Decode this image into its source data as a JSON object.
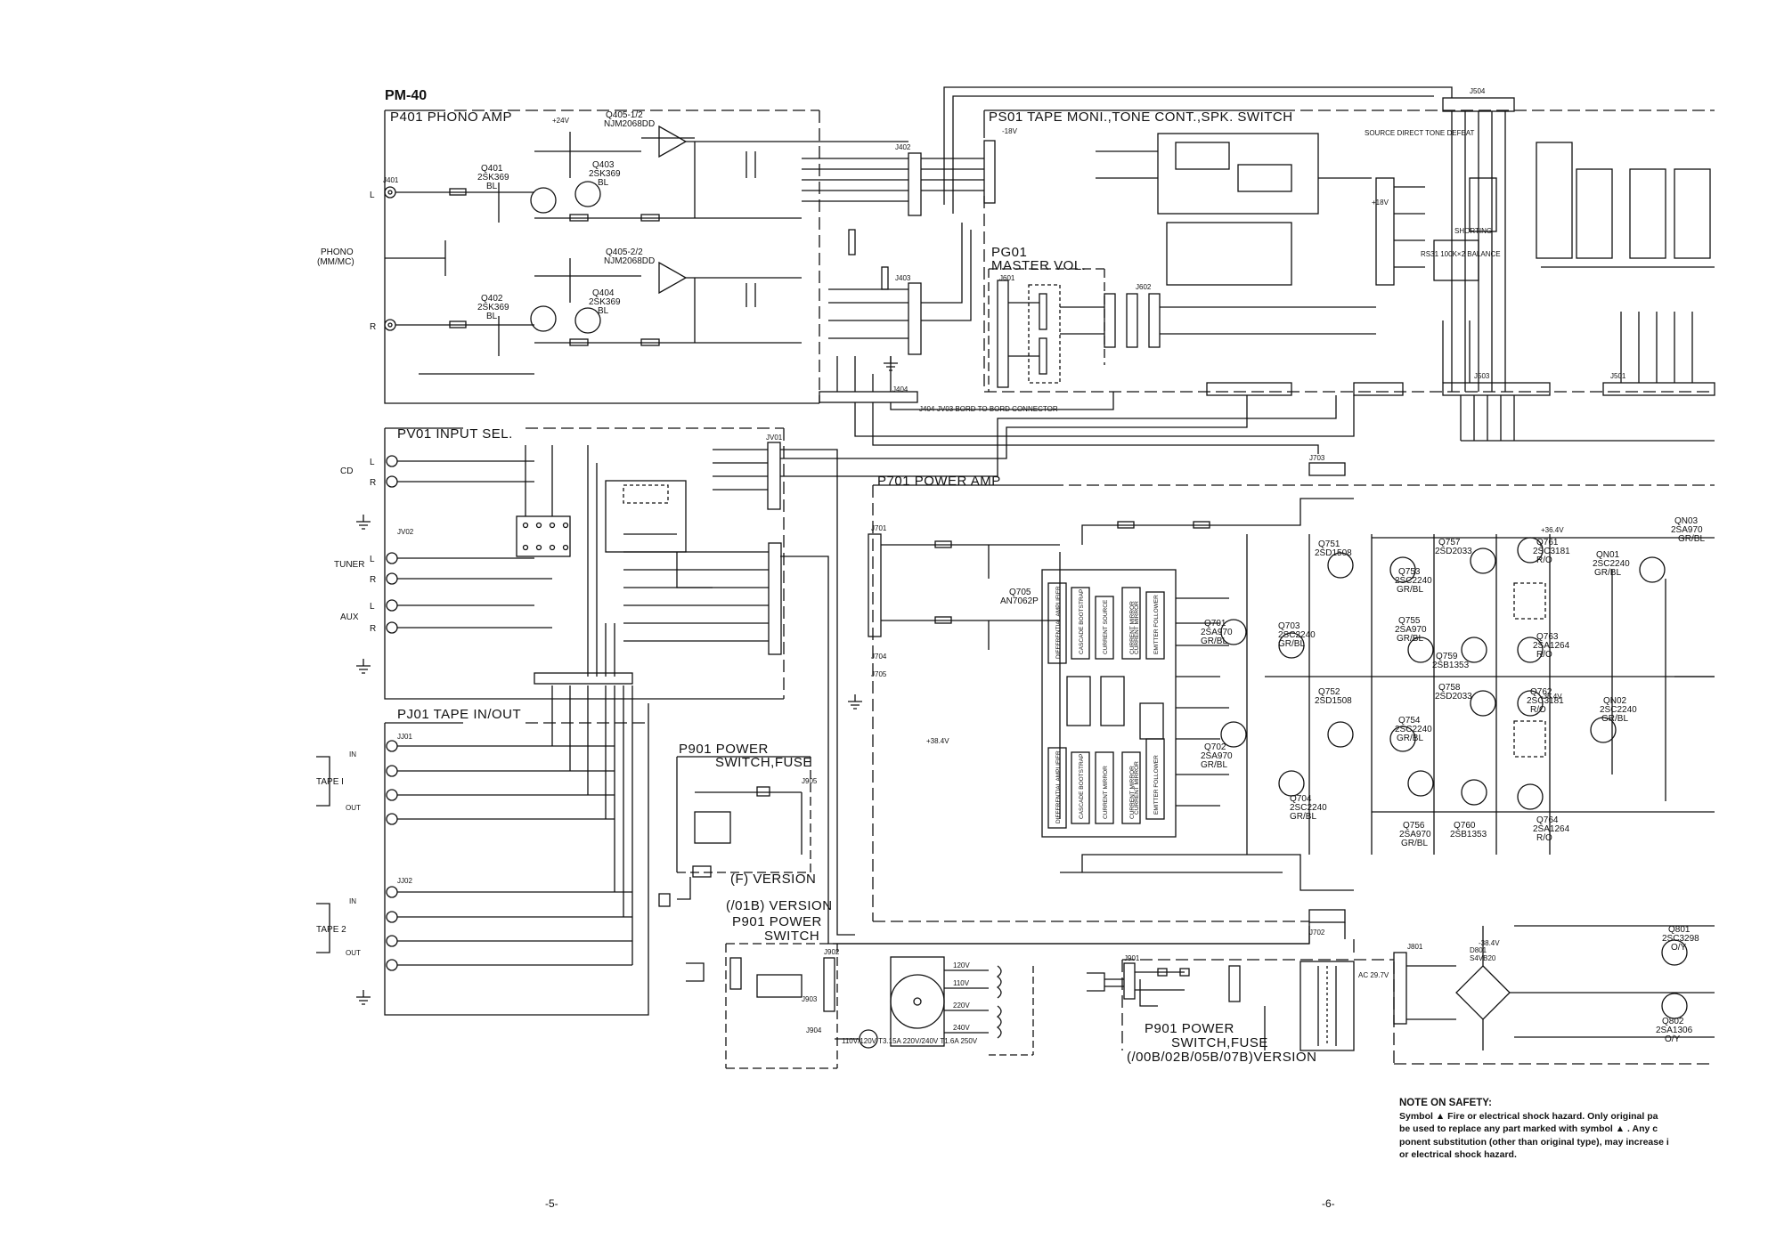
{
  "model": "PM-40",
  "blocks": {
    "phono_amp": "P401  PHONO AMP",
    "input_sel": "PV01  INPUT SEL.",
    "tape_inout": "PJ01  TAPE IN/OUT",
    "tape_moni": "PS01  TAPE MONI.,TONE CONT.,SPK. SWITCH",
    "master_vol_1": "PG01",
    "master_vol_2": "MASTER VOL.",
    "power_amp": "P701  POWER AMP",
    "psw_f_1": "P901  POWER",
    "psw_f_2": "SWITCH,FUSE",
    "psw_f_ver": "(F) VERSION",
    "psw_01b_ver": "(/01B) VERSION",
    "psw_01b_1": "P901  POWER",
    "psw_01b_2": "SWITCH",
    "psw_00b_1": "P901  POWER",
    "psw_00b_2": "SWITCH,FUSE",
    "psw_00b_ver": "(/00B/02B/05B/07B)VERSION"
  },
  "inputs": {
    "phono_1": "PHONO",
    "phono_2": "(MM/MC)",
    "cd": "CD",
    "tuner": "TUNER",
    "aux": "AUX",
    "tape1": "TAPE I",
    "tape2": "TAPE 2",
    "in": "IN",
    "out": "OUT",
    "left": "L",
    "right": "R"
  },
  "components": {
    "q401": "Q401",
    "q401_t": "2SK369",
    "q401_g": "BL",
    "q402": "Q402",
    "q402_t": "2SK369",
    "q402_g": "BL",
    "q403": "Q403",
    "q403_t": "2SK369",
    "q403_g": "BL",
    "q404": "Q404",
    "q404_t": "2SK369",
    "q404_g": "BL",
    "q405_1": "Q405-1/2",
    "q405_1t": "NJM2068DD",
    "q405_2": "Q405-2/2",
    "q405_2t": "NJM2068DD",
    "q705": "Q705",
    "q705_t": "AN7062P",
    "q701": "Q701",
    "q701_t": "2SA970",
    "q701_g": "GR/BL",
    "q702": "Q702",
    "q702_t": "2SA970",
    "q702_g": "GR/BL",
    "q703": "Q703",
    "q703_t": "2SC2240",
    "q703_g": "GR/BL",
    "q704": "Q704",
    "q704_t": "2SC2240",
    "q704_g": "GR/BL",
    "q751": "Q751",
    "q751_t": "2SD1508",
    "q752": "Q752",
    "q752_t": "2SD1508",
    "q753": "Q753",
    "q753_t": "2SC2240",
    "q753_g": "GR/BL",
    "q754": "Q754",
    "q754_t": "2SC2240",
    "q754_g": "GR/BL",
    "q755": "Q755",
    "q755_t": "2SA970",
    "q755_g": "GR/BL",
    "q756": "Q756",
    "q756_t": "2SA970",
    "q756_g": "GR/BL",
    "q757": "Q757",
    "q757_t": "2SD2033",
    "q758": "Q758",
    "q758_t": "2SD2033",
    "q759": "Q759",
    "q759_t": "2SB1353",
    "q760": "Q760",
    "q760_t": "2SB1353",
    "q761": "Q761",
    "q761_t": "2SC3181",
    "q761_g": "R/O",
    "q762": "Q762",
    "q762_t": "2SC3181",
    "q762_g": "R/O",
    "q763": "Q763",
    "q763_t": "2SA1264",
    "q763_g": "R/O",
    "q764": "Q764",
    "q764_t": "2SA1264",
    "q764_g": "R/O",
    "qn01": "QN01",
    "qn01_t": "2SC2240",
    "qn01_g": "GR/BL",
    "qn02": "QN02",
    "qn02_t": "2SC2240",
    "qn02_g": "GR/BL",
    "qn03": "QN03",
    "qn03_t": "2SA970",
    "qn03_g": "GR/BL",
    "q801": "Q801",
    "q801_t": "2SC3298",
    "q801_g": "O/Y",
    "q802": "Q802",
    "q802_t": "2SA1306",
    "q802_g": "O/Y",
    "d801": "D801",
    "d801_t": "S4VB20",
    "ic_blocks": [
      "DIFFERENTIAL AMPLIFIER",
      "CASCADE BOOTSTRAP",
      "CURRENT SOURCE",
      "CURRENT MIRROR",
      "EMITTER FOLLOWER",
      "CURRENT MIRROR",
      "DIFFERENTIAL AMPLIFIER",
      "CASCADE BOOTSTRAP",
      "CURRENT MIRROR",
      "CURRENT MIRROR",
      "EMITTER FOLLOWER",
      "CURRENT MIRROR"
    ],
    "connectors": [
      "J401",
      "J402",
      "J403",
      "J404",
      "JV01",
      "JV02",
      "JJ01",
      "JJ02",
      "J501",
      "J503",
      "J504",
      "J601",
      "J602",
      "J701",
      "J702",
      "J703",
      "J704",
      "J705",
      "J801",
      "J901",
      "J902",
      "J903",
      "J904",
      "J905"
    ],
    "voltages": [
      "+24V",
      "-18V",
      "+18V",
      "+36.4V",
      "-36.4V",
      "+38.4V",
      "-38.4V",
      "AC 29.7V"
    ],
    "board_conn": "J404-JV03 BORD TO BORD CONNECTOR",
    "balance": "RS31 100K×2 BALANCE",
    "shorting": "SHORTING",
    "source_direct": "SOURCE DIRECT TONE DEFEAT",
    "fuse_01b": "110V/120V T3.15A 220V/240V T1.6A 250V",
    "taps": [
      "120V",
      "110V",
      "220V",
      "240V"
    ]
  },
  "safety": {
    "title": "NOTE ON SAFETY:",
    "lines": [
      "Symbol ▲ Fire or electrical shock hazard. Only original pa",
      "be used to replace any part marked with symbol ▲ . Any c",
      "ponent substitution (other than original type), may increase i",
      "or electrical shock hazard."
    ]
  },
  "pages": {
    "left": "-5-",
    "right": "-6-"
  }
}
